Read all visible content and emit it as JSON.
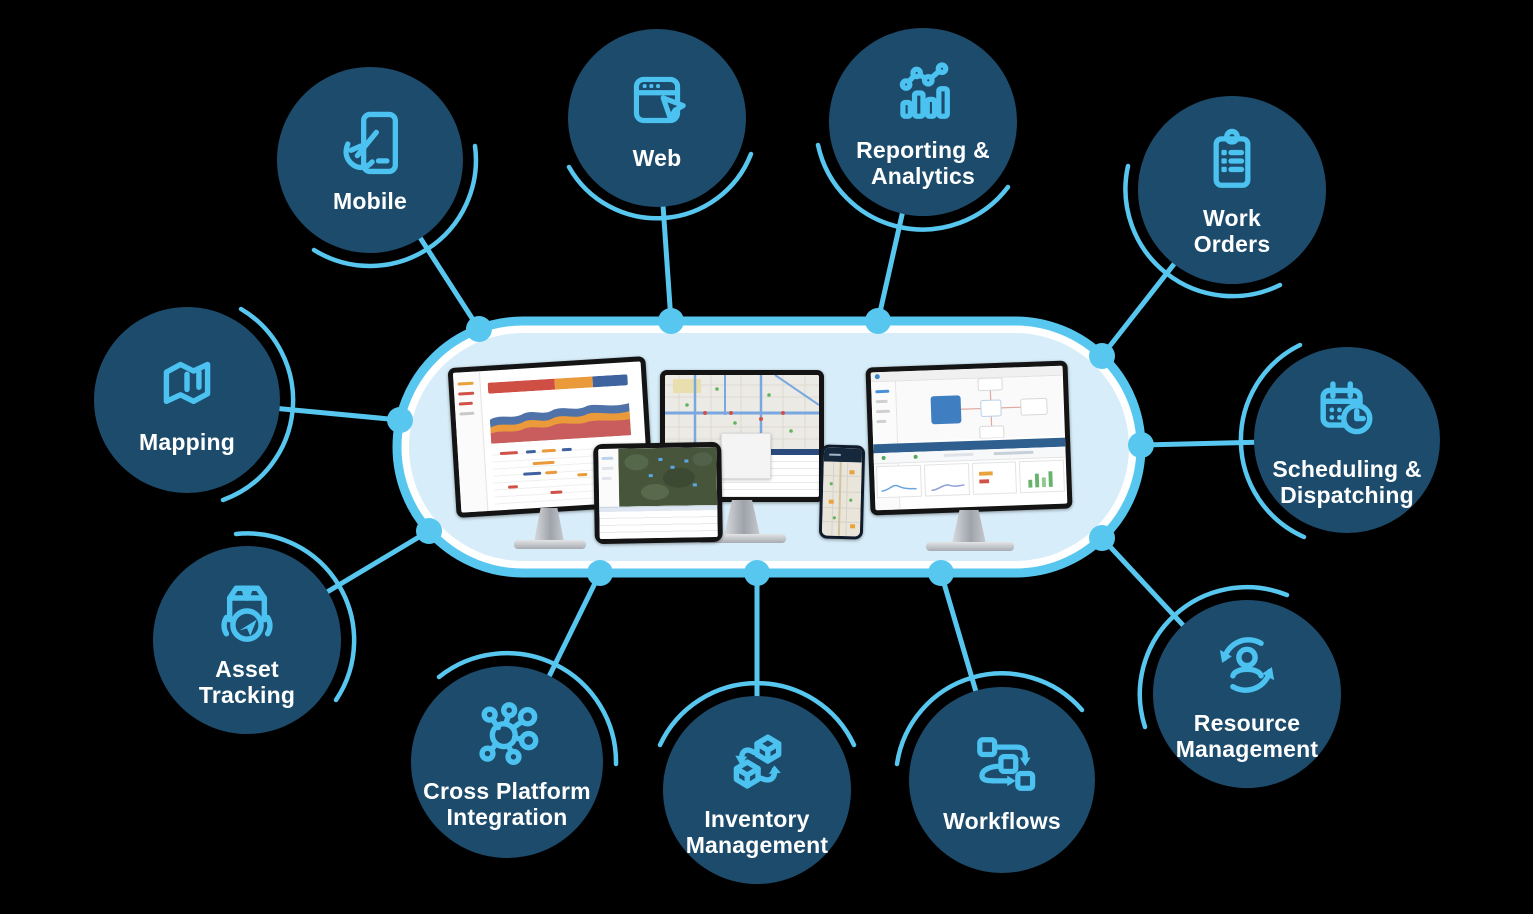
{
  "diagram": {
    "name": "platform-capabilities-diagram",
    "center": {
      "name": "platform-devices-hub",
      "devices": [
        "dashboard-monitor",
        "map-monitor",
        "workflow-monitor",
        "satellite-map-tablet",
        "map-phone"
      ]
    },
    "colors": {
      "node_fill": "#1c4b6c",
      "icon_accent": "#4cc2f0",
      "connector": "#57c7f0",
      "pill_fill": "#d7edf9",
      "pill_ring": "#ffffff",
      "label_text": "#ffffff",
      "background": "#000000"
    }
  },
  "nodes": [
    {
      "label": "Mobile",
      "icon": "mobile-touch-icon"
    },
    {
      "label": "Web",
      "icon": "web-browser-icon"
    },
    {
      "label": "Reporting &\nAnalytics",
      "icon": "bar-chart-icon"
    },
    {
      "label": "Work\nOrders",
      "icon": "clipboard-list-icon"
    },
    {
      "label": "Scheduling &\nDispatching",
      "icon": "calendar-clock-icon"
    },
    {
      "label": "Resource\nManagement",
      "icon": "person-sync-icon"
    },
    {
      "label": "Workflows",
      "icon": "flowchart-icon"
    },
    {
      "label": "Inventory\nManagement",
      "icon": "cubes-swap-icon"
    },
    {
      "label": "Cross Platform\nIntegration",
      "icon": "network-hub-icon"
    },
    {
      "label": "Asset\nTracking",
      "icon": "package-tracking-icon"
    },
    {
      "label": "Mapping",
      "icon": "folded-map-icon"
    }
  ]
}
